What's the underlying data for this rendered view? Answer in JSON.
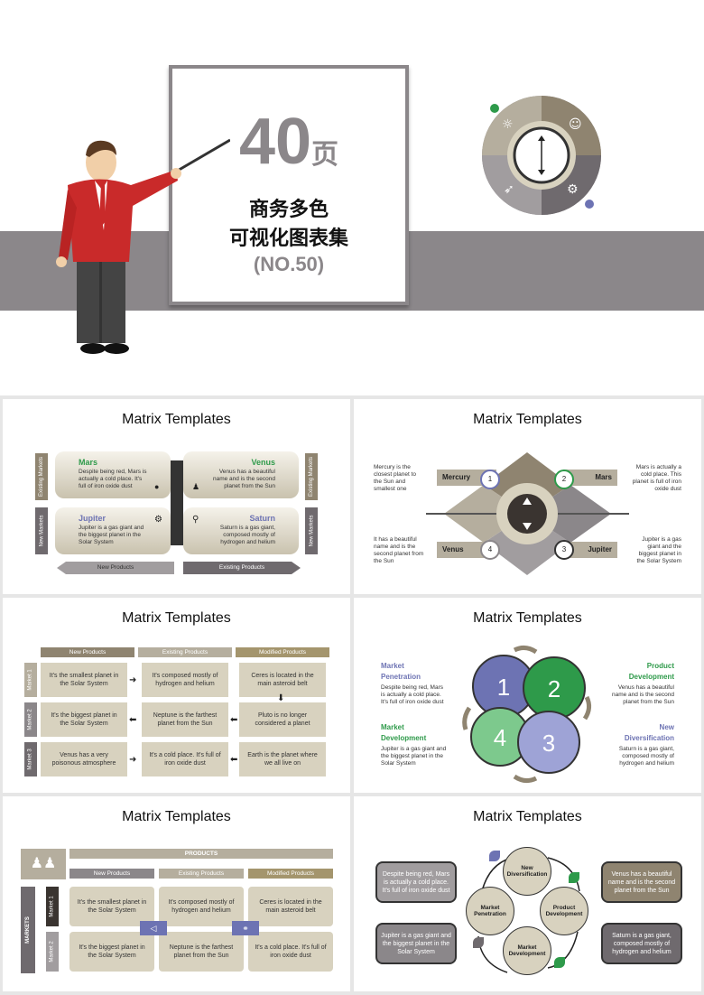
{
  "cover": {
    "big_number": "40",
    "big_suffix": "页",
    "line1": "商务多色",
    "line2": "可视化图表集",
    "line3": "(NO.50)"
  },
  "colors": {
    "gray_band": "#8b878a",
    "beige": "#d8d2bf",
    "olive": "#8f8470",
    "green": "#2e9a4a",
    "purple": "#6d73b3",
    "red_jacket": "#c92a2a"
  },
  "slides": [
    {
      "title": "Matrix Templates"
    },
    {
      "title": "Matrix Templates"
    },
    {
      "title": "Matrix Templates"
    },
    {
      "title": "Matrix Templates"
    },
    {
      "title": "Matrix Templates"
    },
    {
      "title": "Matrix Templates"
    }
  ],
  "s1": {
    "mars_title": "Mars",
    "mars_text": "Despite being red, Mars is actually a cold place. It's full of iron oxide dust",
    "venus_title": "Venus",
    "venus_text": "Venus has a beautiful name and is the second planet from the Sun",
    "jupiter_title": "Jupiter",
    "jupiter_text": "Jupiter is a gas giant and the biggest planet in the Solar System",
    "saturn_title": "Saturn",
    "saturn_text": "Saturn is a gas giant, composed mostly of hydrogen and helium",
    "left_top": "Existing Markets",
    "left_bottom": "New Markets",
    "right_top": "Existing Markets",
    "right_bottom": "New Markets",
    "bottom_left": "New Products",
    "bottom_right": "Existing Products"
  },
  "s2": {
    "mercury_text": "Mercury is the closest planet to the Sun and smallest one",
    "mars_text": "Mars is actually a cold place. This planet is full of iron oxide dust",
    "venus_text": "It has a beautiful name and is the second planet from the Sun",
    "jupiter_text": "Jupiter is a gas giant and the biggest planet in the Solar System",
    "mercury": "Mercury",
    "mars": "Mars",
    "venus": "Venus",
    "jupiter": "Jupiter",
    "n1": "1",
    "n2": "2",
    "n3": "3",
    "n4": "4"
  },
  "s3": {
    "col1": "New Products",
    "col2": "Existing Products",
    "col3": "Modified Products",
    "row1": "Market 1",
    "row2": "Market 2",
    "row3": "Market 3",
    "c11": "It's the smallest planet in the Solar System",
    "c12": "It's composed mostly of hydrogen and helium",
    "c13": "Ceres is located in the main asteroid belt",
    "c21": "It's the biggest planet in the Solar System",
    "c22": "Neptune is the farthest planet from the Sun",
    "c23": "Pluto is no longer considered a planet",
    "c31": "Venus has a very poisonous atmosphere",
    "c32": "It's a cold place. It's full of iron oxide dust",
    "c33": "Earth is the planet where we all live on"
  },
  "s4": {
    "mp_title": "Market Penetration",
    "mp_text": "Despite being red, Mars is actually a cold place. It's full of iron oxide dust",
    "md_title": "Market Development",
    "md_text": "Jupiter is a gas giant and the biggest planet in the Solar System",
    "pd_title": "Product Development",
    "pd_text": "Venus has a beautiful name and is the second planet from the Sun",
    "nd_title": "New Diversification",
    "nd_text": "Saturn is a gas giant, composed mostly of hydrogen and helium",
    "n1": "1",
    "n2": "2",
    "n3": "3",
    "n4": "4"
  },
  "s5": {
    "products": "PRODUCTS",
    "col1": "New Products",
    "col2": "Existing Products",
    "col3": "Modified Products",
    "markets": "MARKETS",
    "m1": "Market 1",
    "m2": "Market 2",
    "c11": "It's the smallest planet in the Solar System",
    "c12": "It's composed mostly of hydrogen and helium",
    "c13": "Ceres is located in the main asteroid belt",
    "c21": "It's the biggest planet in the Solar System",
    "c22": "Neptune is the farthest planet from the Sun",
    "c23": "It's a cold place. It's full of iron oxide dust"
  },
  "s6": {
    "tl": "Despite being red, Mars is actually a cold place. It's full of iron oxide dust",
    "tr": "Venus has a beautiful name and is the second planet from the Sun",
    "bl": "Jupiter is a gas giant and the biggest planet in the Solar System",
    "br": "Saturn is a gas giant, composed mostly of hydrogen and helium",
    "nd": "New Diversification",
    "mp": "Market Penetration",
    "pd": "Product Development",
    "md": "Market Development"
  }
}
